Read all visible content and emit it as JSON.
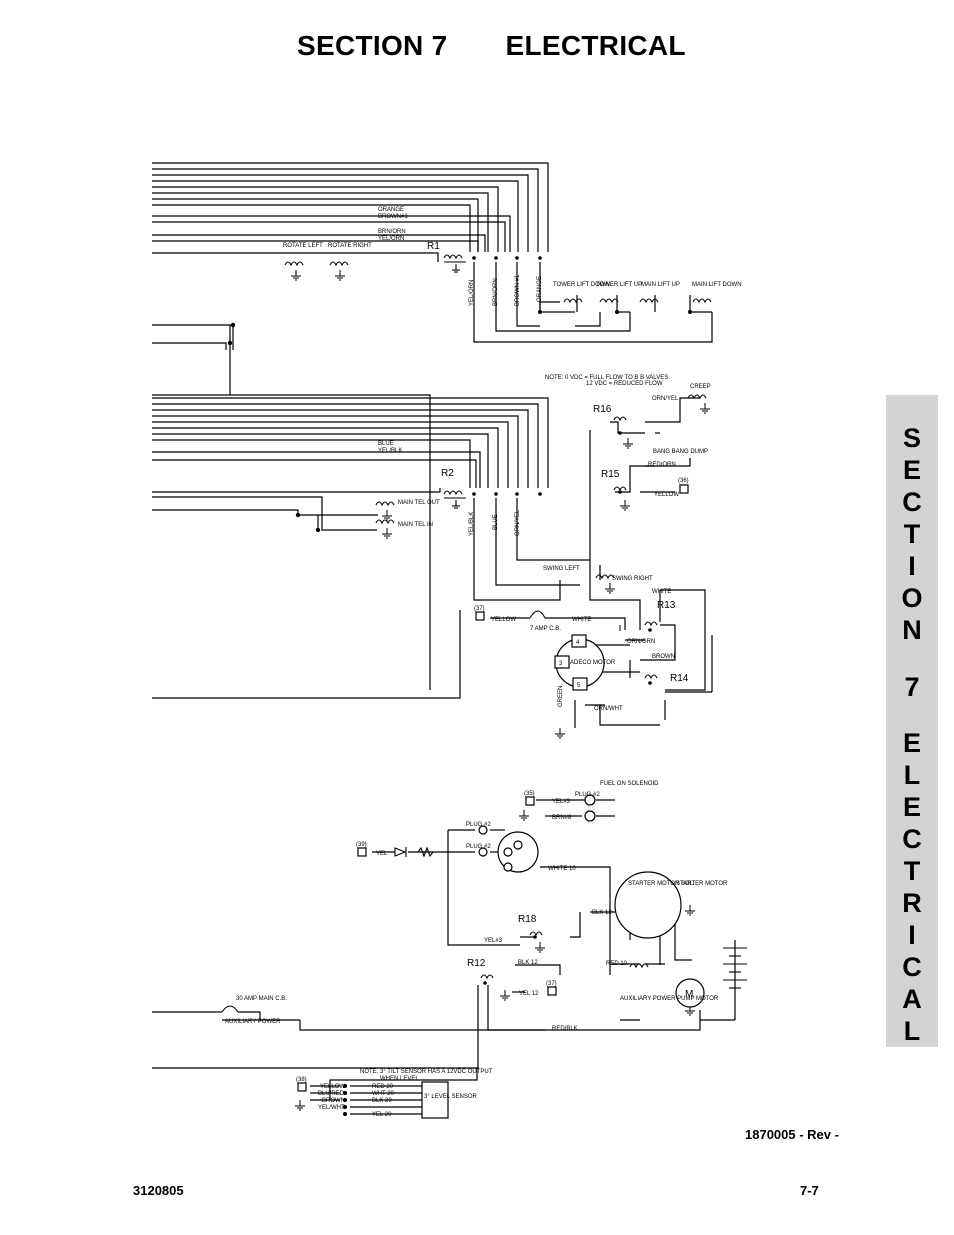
{
  "header": {
    "section": "SECTION 7",
    "title": "ELECTRICAL"
  },
  "side_tab": {
    "letters_1": [
      "S",
      "E",
      "C",
      "T",
      "I",
      "O",
      "N"
    ],
    "number": "7",
    "letters_2": [
      "E",
      "L",
      "E",
      "C",
      "T",
      "R",
      "I",
      "C",
      "A",
      "L"
    ]
  },
  "footer": {
    "doc_number": "1870005 - Rev -",
    "left": "3120805",
    "right": "7-7"
  },
  "diagram": {
    "relays": {
      "r1": "R1",
      "r2": "R2",
      "r12": "R12",
      "r13": "R13",
      "r14": "R14",
      "r15": "R15",
      "r16": "R16",
      "r18": "R18"
    },
    "wires": {
      "orange": "ORANGE",
      "brown1": "BROWN#1",
      "brn_orn": "BRN/ORN",
      "yel_orn": "YEL/ORN",
      "blue": "BLUE",
      "yel_blk": "YEL/BLK",
      "orn_yel": "ORN/YEL",
      "red_orn": "RED/ORN",
      "yellow": "YELLOW",
      "white": "WHITE",
      "orn_grn": "ORN/GRN",
      "brown": "BROWN",
      "orn_wht": "ORN/WHT",
      "green": "GREEN",
      "yel3": "YEL#3",
      "brn8": "BRN#8",
      "yel": "YEL",
      "white10": "WHITE 10",
      "yel3b": "YEL#3",
      "blk12": "BLK 12",
      "red10": "RED 10",
      "yel12": "YEL 12",
      "red_blk": "RED/BLK",
      "aux_power": "AUXILIARY POWER",
      "red20": "RED 20",
      "wht20": "WHT 20",
      "blk20": "BLK 20",
      "yel_wht": "YEL/WHT",
      "yel20": "YEL 20",
      "blu_red": "BLU/RED",
      "brown_b": "BROWN",
      "yellow_b": "YELLOW",
      "r1_yel_orn": "YEL/ORN",
      "r1_brn_orn": "BRN/ORN",
      "r1_brown1": "BROWN #1",
      "r1_orange": "ORANGE",
      "r2_yel_blk": "YEL/BLK",
      "r2_blue": "BLUE",
      "r2_orn_yel": "ORN/YEL",
      "yellow_b2": "YELLOW"
    },
    "components": {
      "rotate_left": "ROTATE LEFT",
      "rotate_right": "ROTATE RIGHT",
      "tower_lift_down": "TOWER LIFT DOWN",
      "tower_lift_up": "TOWER LIFT UP",
      "main_lift_up": "MAIN LIFT UP",
      "main_lift_down": "MAIN LIFT DOWN",
      "main_tel_out": "MAIN TEL OUT",
      "main_tel_in": "MAIN TEL IN",
      "creep": "CREEP",
      "bang_bang_dump": "BANG BANG DUMP",
      "swing_left": "SWING LEFT",
      "swing_right": "SWING RIGHT",
      "adeco_motor": "ADECO MOTOR",
      "amp_cb": "7 AMP C.B.",
      "fuel_solenoid": "FUEL ON SOLENOID",
      "plug2a": "PLUG #2",
      "plug2b": "PLUG #2",
      "plug2c": "PLUG #2",
      "starter_sol": "STARTER MOTOR SOL.",
      "starter_motor": "STARTER MOTOR",
      "aux_pump": "AUXILIARY POWER PUMP MOTOR",
      "main_cb": "30 AMP MAIN C.B.",
      "level_sensor": "3° LEVEL SENSOR",
      "motor_m": "M"
    },
    "notes": {
      "valve_note_1": "NOTE:   0 VDC = FULL FLOW TO B B VALVES",
      "valve_note_2": "12 VDC = REDUCED FLOW",
      "tilt_note_1": "NOTE: 3° TILT SENSOR HAS A 12VDC OUTPUT",
      "tilt_note_2": "WHEN LEVEL"
    },
    "connectors": {
      "c36": "(36)",
      "c37a": "(37)",
      "c35": "(35)",
      "c39": "(39)",
      "c37b": "(37)",
      "c38": "(38)"
    },
    "pins": {
      "p4": "4",
      "p3": "3",
      "p5": "5"
    }
  }
}
